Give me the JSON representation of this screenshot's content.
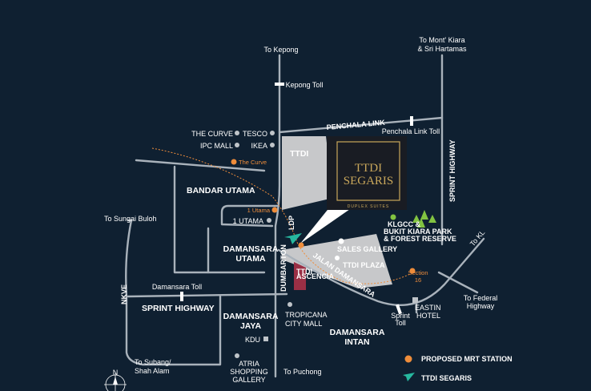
{
  "places": {
    "to_kepong": "To Kepong",
    "kepong_toll": "Kepong Toll",
    "to_mont_kiara_1": "To Mont' Kiara",
    "to_mont_kiara_2": "& Sri Hartamas",
    "penchala_link": "PENCHALA LINK",
    "penchala_link_toll": "Penchala Link Toll",
    "the_curve": "THE CURVE",
    "ipc_mall": "IPC MALL",
    "tesco": "TESCO",
    "ikea": "IKEA",
    "the_curve_station": "The Curve",
    "ttdi": "TTDI",
    "bandar_utama": "BANDAR UTAMA",
    "one_utama_station": "1 Utama",
    "one_utama": "1 UTAMA",
    "to_sungai_buloh": "To Sungai Buloh",
    "ldp": "LDP",
    "damansara_utama_1": "DAMANSARA",
    "damansara_utama_2": "UTAMA",
    "klgcc_1": "KLGCC &",
    "klgcc_2": "BUKIT KIARA PARK",
    "klgcc_3": "& FOREST RESERVE",
    "sales_gallery": "SALES GALLERY",
    "ttdi_plaza": "TTDI PLAZA",
    "jalan_damansara": "JALAN DAMANSARA",
    "to_kl": "To KL",
    "sprint_highway_vertical": "SPRINT HIGHWAY",
    "section16_1": "Section",
    "section16_2": "16",
    "to_federal_1": "To Federal",
    "to_federal_2": "Highway",
    "damansara_toll": "Damansara Toll",
    "nkve": "NKVE",
    "sprint_highway": "SPRINT HIGHWAY",
    "damansara_jaya_1": "DAMANSARA",
    "damansara_jaya_2": "JAYA",
    "tropicana_1": "TROPICANA",
    "tropicana_2": "CITY MALL",
    "eastin_1": "EASTIN",
    "eastin_2": "HOTEL",
    "sprint_toll_1": "Sprint",
    "sprint_toll_2": "Toll",
    "damansara_intan_1": "DAMANSARA",
    "damansara_intan_2": "INTAN",
    "kdu": "KDU",
    "to_subang_1": "To Subang/",
    "to_subang_2": "Shah Alam",
    "atria_1": "ATRIA",
    "atria_2": "SHOPPING",
    "atria_3": "GALLERY",
    "to_puchong": "To Puchong",
    "ttdi_ascencia_1": "TTDI",
    "ttdi_ascencia_2": "ASCENCIA",
    "dumbarton": "DUMBARTON"
  },
  "feature": {
    "name_1": "TTDI",
    "name_2": "SEGARIS",
    "subtitle": "DUPLEX SUITES"
  },
  "legend": {
    "mrt": "PROPOSED MRT STATION",
    "segaris": "TTDI SEGARIS"
  },
  "compass": {
    "north": "N"
  },
  "colors": {
    "background": "#0f2031",
    "road": "#a9b2bb",
    "district": "#c7c8ca",
    "mrt": "#ef8d3b",
    "segaris": "#27b89f",
    "gold": "#c9a75b",
    "park": "#82c341"
  }
}
